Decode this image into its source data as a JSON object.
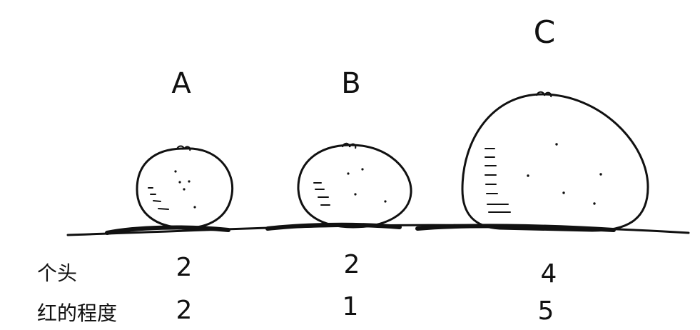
{
  "items": [
    {
      "label": "A",
      "size": "2",
      "redness": "2"
    },
    {
      "label": "B",
      "size": "2",
      "redness": "1"
    },
    {
      "label": "C",
      "size": "4",
      "redness": "5"
    }
  ],
  "row_labels": {
    "size": "个头",
    "redness": "红的程度"
  },
  "colors": {
    "ink": "#111111",
    "background": "#ffffff"
  }
}
